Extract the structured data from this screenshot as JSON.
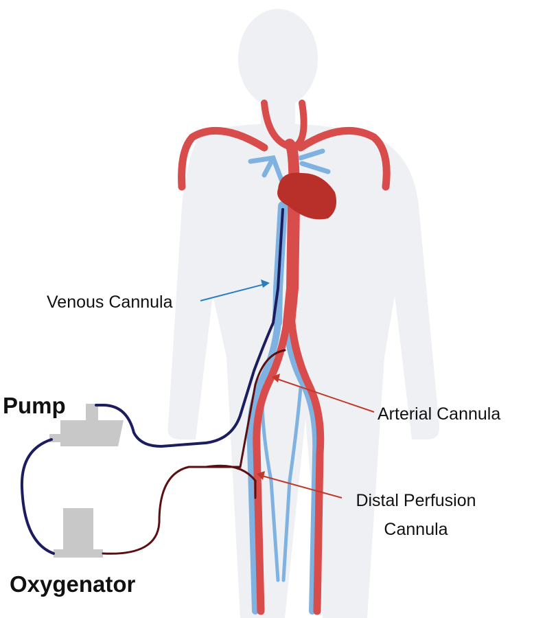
{
  "labels": {
    "venous_cannula": "Venous Cannula",
    "arterial_cannula": "Arterial Cannula",
    "distal_perfusion_line1": "Distal Perfusion",
    "distal_perfusion_line2": "Cannula",
    "pump": "Pump",
    "oxygenator": "Oxygenator"
  },
  "colors": {
    "body_silhouette": "#eef0f3",
    "artery": "#d84c4c",
    "vein": "#7fb2e0",
    "heart": "#b9302a",
    "venous_tubing": "#1b1d5e",
    "arterial_tubing": "#5a0f12",
    "device": "#c8c8c8",
    "venous_arrow": "#2a7cc2",
    "arterial_arrow": "#c0392b"
  }
}
